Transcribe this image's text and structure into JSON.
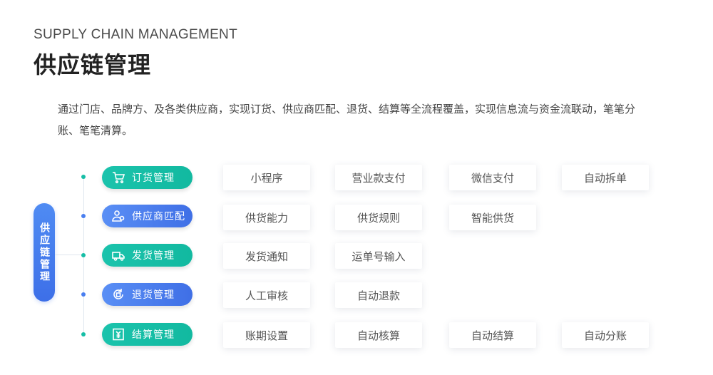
{
  "header": {
    "eyebrow": "SUPPLY CHAIN MANAGEMENT",
    "title": "供应链管理",
    "description": "通过门店、品牌方、及各类供应商，实现订货、供应商匹配、退货、结算等全流程覆盖，实现信息流与资金流联动，笔笔分账、笔笔清算。"
  },
  "root": {
    "label": "供应链管理"
  },
  "categories": [
    {
      "label": "订货管理",
      "icon": "shopping-cart-icon",
      "color": "#16bea6",
      "features": [
        "小程序",
        "营业款支付",
        "微信支付",
        "自动拆单"
      ]
    },
    {
      "label": "供应商匹配",
      "icon": "supplier-user-icon",
      "color": "#4a7ff0",
      "features": [
        "供货能力",
        "供货规则",
        "智能供货"
      ]
    },
    {
      "label": "发货管理",
      "icon": "delivery-truck-icon",
      "color": "#16bea6",
      "features": [
        "发货通知",
        "运单号输入"
      ]
    },
    {
      "label": "退货管理",
      "icon": "return-cycle-icon",
      "color": "#4a7ff0",
      "features": [
        "人工审核",
        "自动退款"
      ]
    },
    {
      "label": "结算管理",
      "icon": "yuan-receipt-icon",
      "color": "#16bea6",
      "features": [
        "账期设置",
        "自动核算",
        "自动结算",
        "自动分账"
      ]
    }
  ]
}
